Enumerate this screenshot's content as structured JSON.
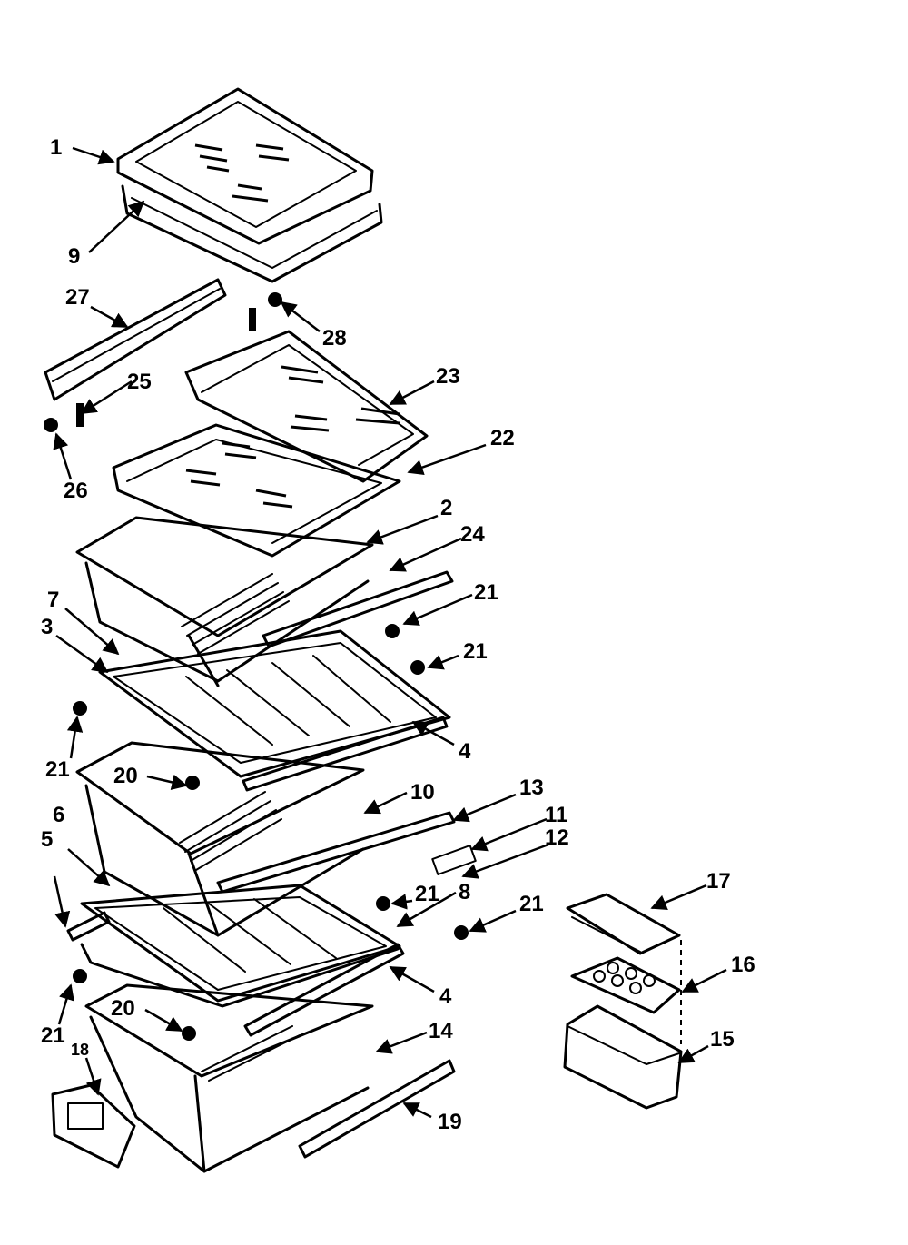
{
  "labels": {
    "p1": "1",
    "p9": "9",
    "p27": "27",
    "p28": "28",
    "p25": "25",
    "p23": "23",
    "p26": "26",
    "p22": "22",
    "p2": "2",
    "p24": "24",
    "p7": "7",
    "p21a": "21",
    "p3": "3",
    "p21b": "21",
    "p21c": "21",
    "p4a": "4",
    "p20a": "20",
    "p10": "10",
    "p13": "13",
    "p6": "6",
    "p11": "11",
    "p5": "5",
    "p12": "12",
    "p17": "17",
    "p21d": "21",
    "p8": "8",
    "p21e": "21",
    "p16": "16",
    "p4b": "4",
    "p20b": "20",
    "p14": "14",
    "p21f": "21",
    "p15": "15",
    "p18": "18",
    "p19": "19"
  }
}
